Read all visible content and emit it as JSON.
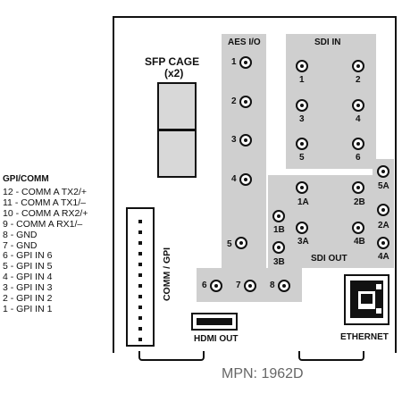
{
  "legend": {
    "title": "GPI/COMM",
    "items": [
      "12 - COMM A TX2/+",
      "11 - COMM A TX1/–",
      "10 - COMM A RX2/+",
      "9 - COMM A RX1/–",
      "8 - GND",
      "7 - GND",
      "6 - GPI IN 6",
      "5 - GPI IN 5",
      "4 - GPI IN 4",
      "3 - GPI IN 3",
      "2 - GPI IN 2",
      "1 - GPI IN 1"
    ]
  },
  "panel": {
    "sfp_cage_label": "SFP CAGE",
    "sfp_cage_count": "(x2)",
    "aes_io_label": "AES I/O",
    "aes_numbers": [
      "1",
      "2",
      "3",
      "4",
      "5",
      "6",
      "7",
      "8"
    ],
    "sdi_in_label": "SDI IN",
    "sdi_in_numbers": [
      "1",
      "2",
      "3",
      "4",
      "5",
      "6"
    ],
    "sdi_out_label": "SDI OUT",
    "sdi_out_numbers": [
      "5A",
      "1A",
      "2B",
      "2A",
      "1B",
      "3A",
      "4B",
      "4A",
      "3B"
    ],
    "comm_gpi_label": "COMM / GPI",
    "hdmi_label": "HDMI OUT",
    "ethernet_label": "ETHERNET"
  },
  "mpn_text": "MPN: 1962D"
}
